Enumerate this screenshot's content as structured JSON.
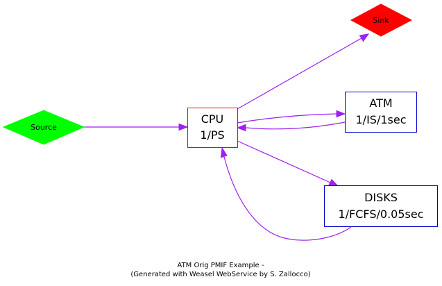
{
  "colors": {
    "edge": "#a020f0",
    "source_fill": "#00ff00",
    "sink_fill": "#ff0000",
    "cpu_border": "#ff0000",
    "station_border": "#0000cd",
    "text": "#000000"
  },
  "nodes": {
    "source": {
      "label": "Source"
    },
    "sink": {
      "label": "Sink"
    },
    "cpu": {
      "label_line1": "CPU",
      "label_line2": "1/PS"
    },
    "atm": {
      "label_line1": "ATM",
      "label_line2": "1/IS/1sec"
    },
    "disks": {
      "label_line1": "DISKS",
      "label_line2": "1/FCFS/0.05sec"
    }
  },
  "edges": [
    {
      "from": "Source",
      "to": "CPU"
    },
    {
      "from": "CPU",
      "to": "Sink"
    },
    {
      "from": "CPU",
      "to": "ATM"
    },
    {
      "from": "ATM",
      "to": "CPU"
    },
    {
      "from": "CPU",
      "to": "DISKS"
    },
    {
      "from": "DISKS",
      "to": "CPU"
    }
  ],
  "caption": {
    "line1": "ATM Orig PMIF Example -",
    "line2": "(Generated with Weasel WebService by S. Zallocco)"
  }
}
